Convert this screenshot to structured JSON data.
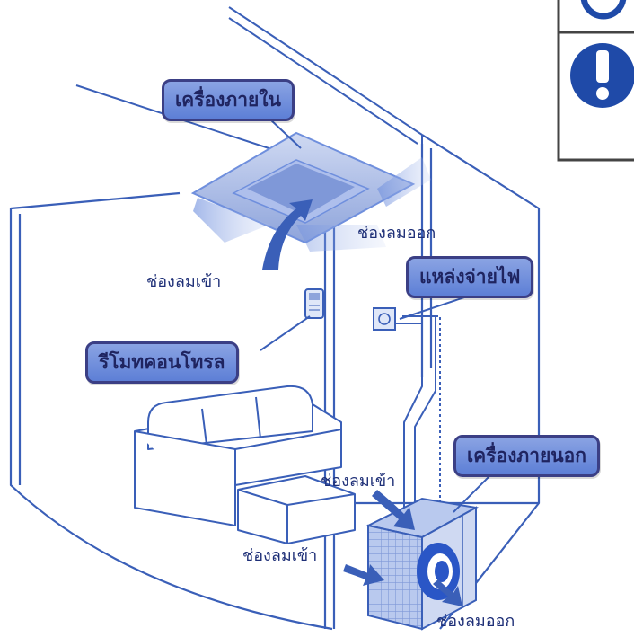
{
  "labels": {
    "indoor_unit": "เครื่องภายใน",
    "air_outlet_indoor": "ช่องลมออก",
    "air_inlet_indoor": "ช่องลมเข้า",
    "power_supply": "แหล่งจ่ายไฟ",
    "remote_control": "รีโมทคอนโทรล",
    "outdoor_unit": "เครื่องภายนอก",
    "air_inlet_outdoor_top": "ช่องลมเข้า",
    "air_inlet_outdoor_side": "ช่องลมเข้า",
    "air_outlet_outdoor": "ช่องลมออก"
  },
  "colors": {
    "line": "#3a5fb8",
    "callout_fill": "#6f8fdd",
    "callout_border": "#3b3f85",
    "text_dark": "#1e2f77",
    "warning_blue": "#1f4aa8"
  },
  "icons": [
    "circle-symbol-icon",
    "exclamation-warning-icon"
  ]
}
